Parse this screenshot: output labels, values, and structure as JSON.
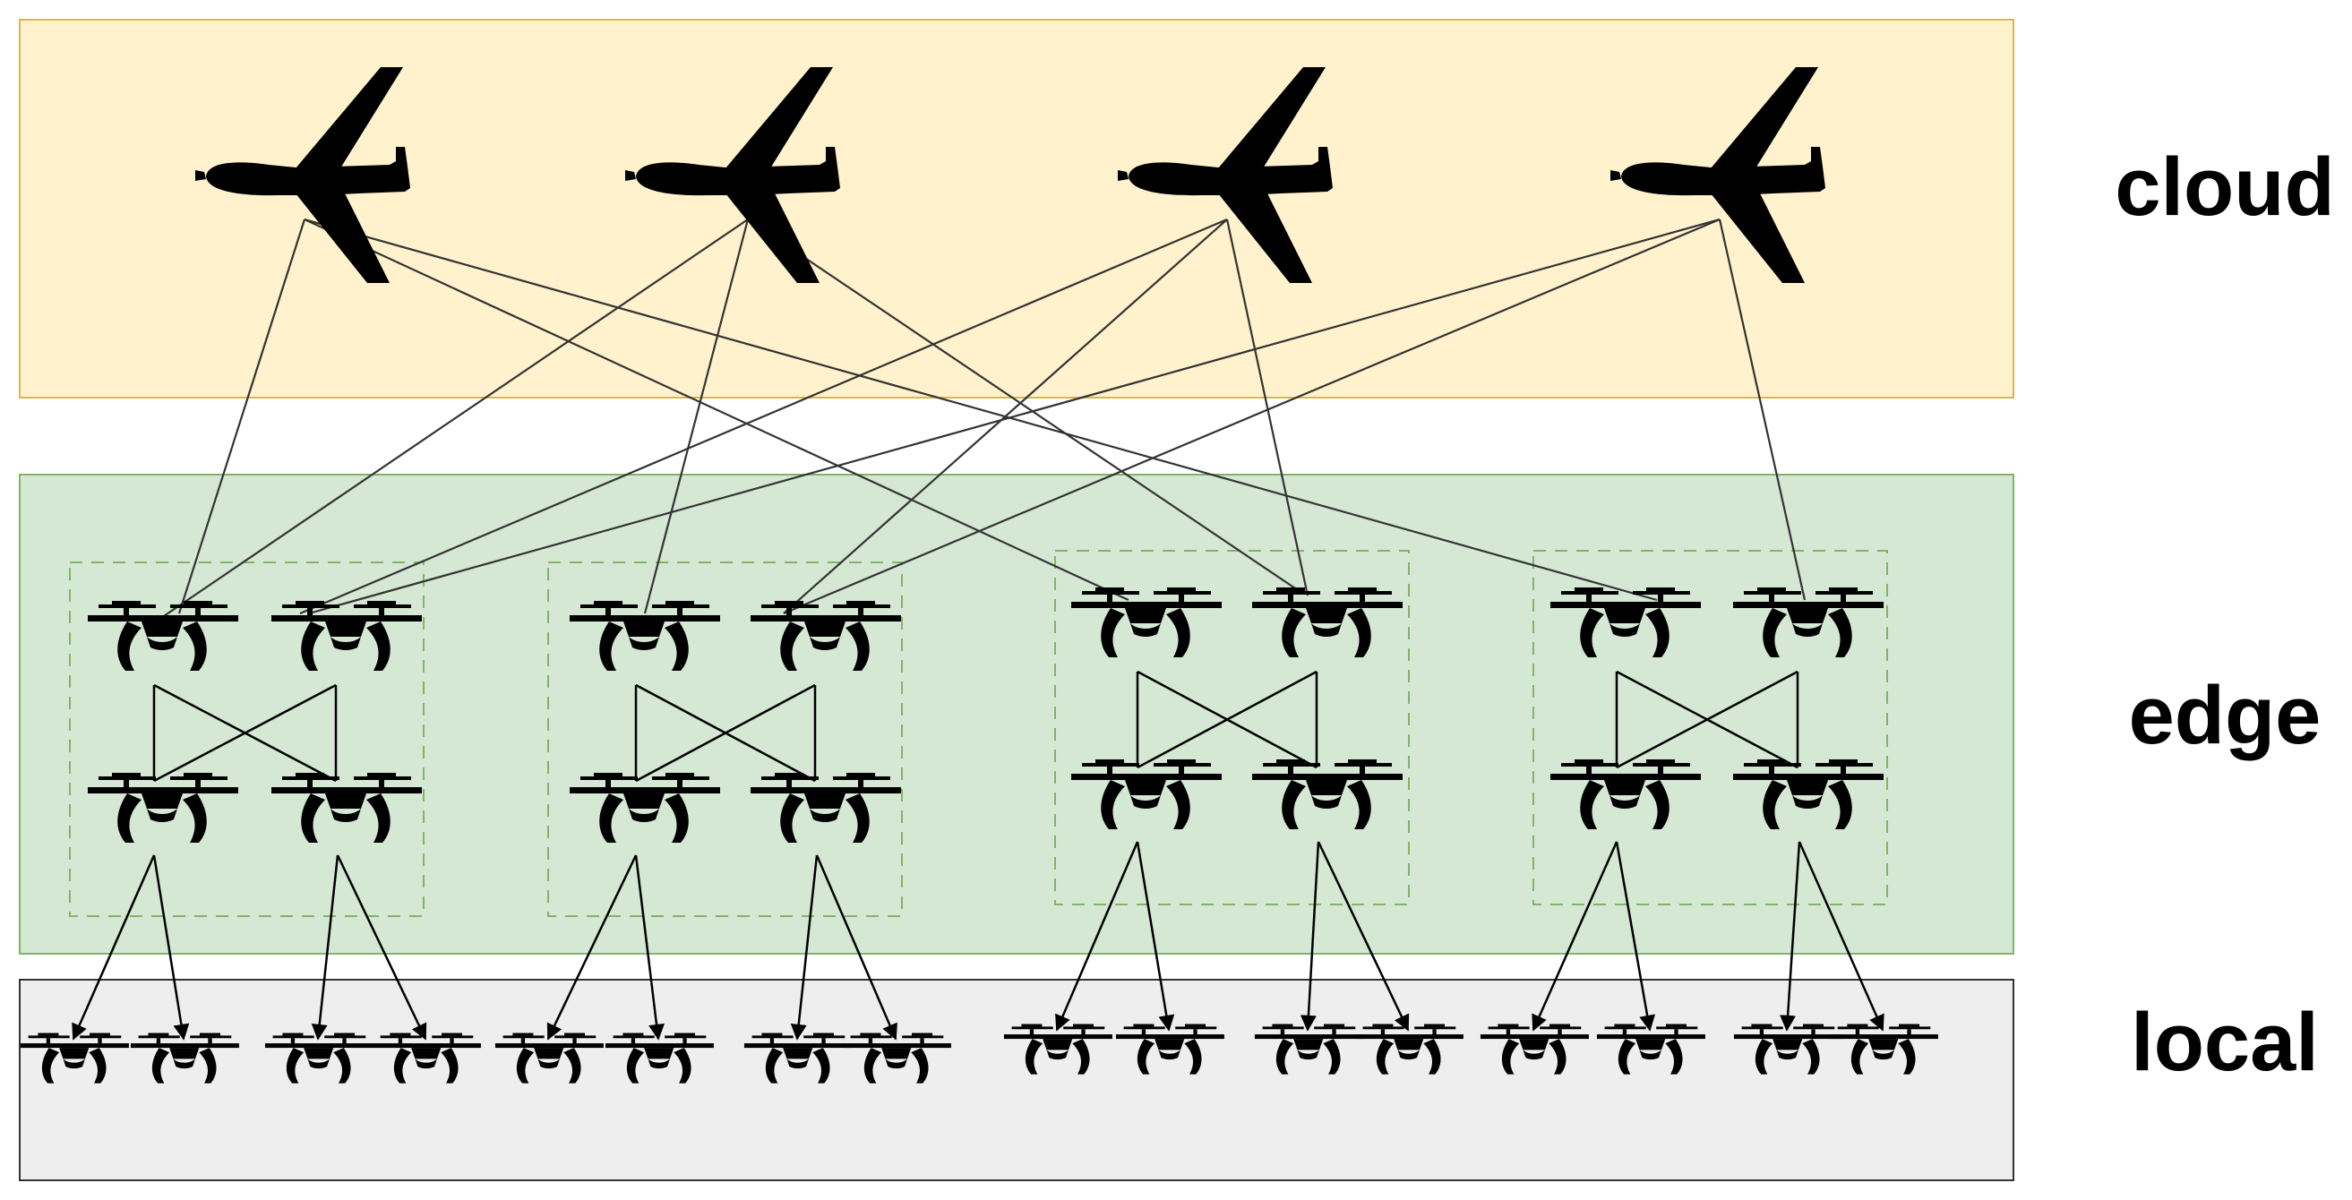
{
  "layers": [
    {
      "id": "cloud",
      "label": "cloud",
      "fill": "#fff2cc",
      "stroke": "#d6b656"
    },
    {
      "id": "edge",
      "label": "edge",
      "fill": "#d5e8d4",
      "stroke": "#82b366"
    },
    {
      "id": "local",
      "label": "local",
      "fill": "#eeeeee",
      "stroke": "#333333"
    }
  ],
  "nodes": {
    "cloud": {
      "kind": "fixed-wing-uav",
      "icon": "airplane-icon",
      "count": 4
    },
    "edge": {
      "kind": "quadcopter-drone",
      "icon": "drone-icon",
      "clusters": 4,
      "drones_per_cluster": 4,
      "cluster_border": "#82b366"
    },
    "local": {
      "kind": "quadcopter-drone",
      "icon": "small-drone-icon",
      "count": 16
    }
  },
  "colors": {
    "ink": "#000000",
    "link": "#333333"
  }
}
